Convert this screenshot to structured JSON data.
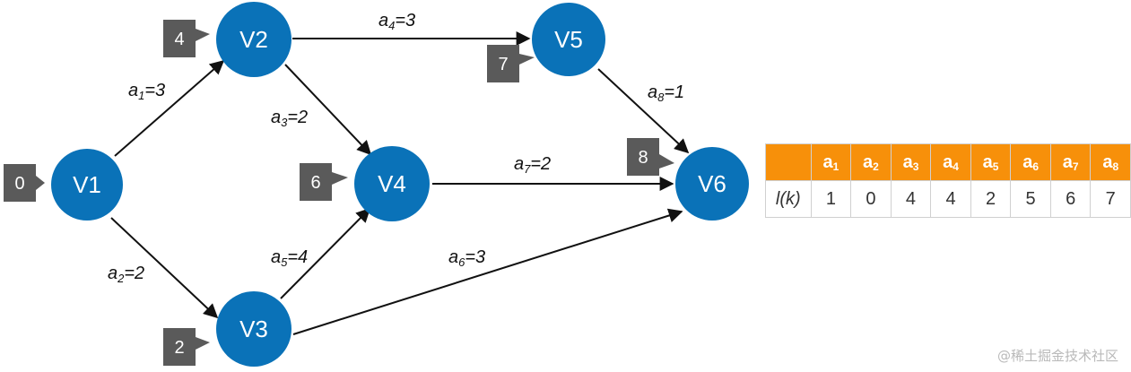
{
  "nodes": {
    "v1": {
      "label": "V1",
      "badge": "0"
    },
    "v2": {
      "label": "V2",
      "badge": "4"
    },
    "v3": {
      "label": "V3",
      "badge": "2"
    },
    "v4": {
      "label": "V4",
      "badge": "6"
    },
    "v5": {
      "label": "V5",
      "badge": "7"
    },
    "v6": {
      "label": "V6",
      "badge": "8"
    }
  },
  "edges": {
    "a1": {
      "name": "a",
      "sub": "1",
      "value": "=3"
    },
    "a2": {
      "name": "a",
      "sub": "2",
      "value": "=2"
    },
    "a3": {
      "name": "a",
      "sub": "3",
      "value": "=2"
    },
    "a4": {
      "name": "a",
      "sub": "4",
      "value": "=3"
    },
    "a5": {
      "name": "a",
      "sub": "5",
      "value": "=4"
    },
    "a6": {
      "name": "a",
      "sub": "6",
      "value": "=3"
    },
    "a7": {
      "name": "a",
      "sub": "7",
      "value": "=2"
    },
    "a8": {
      "name": "a",
      "sub": "8",
      "value": "=1"
    }
  },
  "table": {
    "corner": "",
    "headers": [
      {
        "name": "a",
        "sub": "1"
      },
      {
        "name": "a",
        "sub": "2"
      },
      {
        "name": "a",
        "sub": "3"
      },
      {
        "name": "a",
        "sub": "4"
      },
      {
        "name": "a",
        "sub": "5"
      },
      {
        "name": "a",
        "sub": "6"
      },
      {
        "name": "a",
        "sub": "7"
      },
      {
        "name": "a",
        "sub": "8"
      }
    ],
    "row_label": "l(k)",
    "values": [
      "1",
      "0",
      "4",
      "4",
      "2",
      "5",
      "6",
      "7"
    ]
  },
  "watermark": "@稀土掘金技术社区",
  "colors": {
    "node_fill": "#0a72b8",
    "badge_fill": "#5a5a5a",
    "table_header": "#f7900a"
  }
}
